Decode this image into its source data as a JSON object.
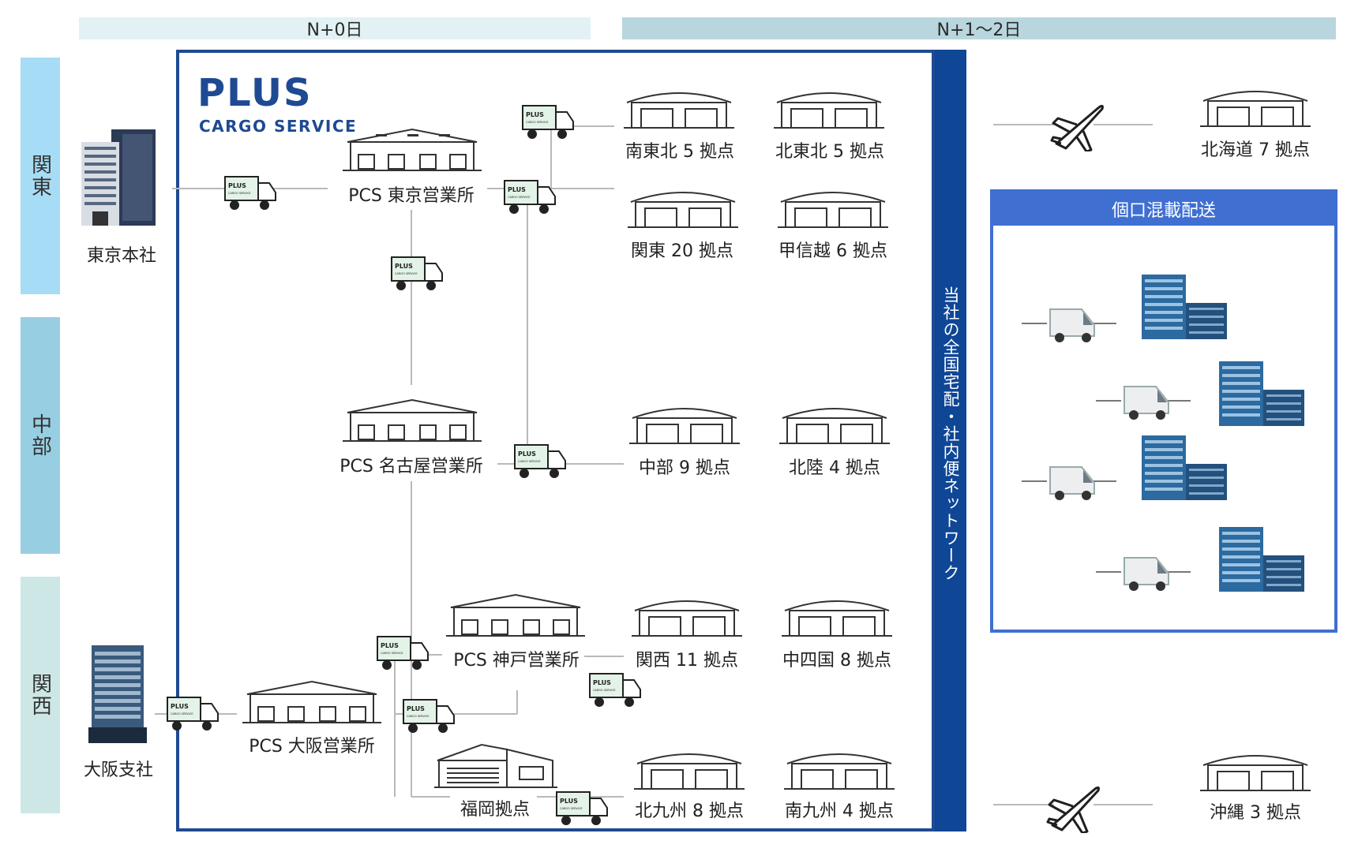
{
  "header": {
    "day0": "N+0日",
    "day12": "N+1～2日"
  },
  "regions": {
    "kanto": "関東",
    "chubu": "中部",
    "kansai": "関西"
  },
  "logo": {
    "line1": "PLUS",
    "line2": "CARGO SERVICE"
  },
  "offices": {
    "tokyo_hq": "東京本社",
    "osaka_branch": "大阪支社",
    "pcs_tokyo": "PCS 東京営業所",
    "pcs_nagoya": "PCS 名古屋営業所",
    "pcs_kobe": "PCS 神戸営業所",
    "pcs_osaka": "PCS 大阪営業所",
    "fukuoka": "福岡拠点"
  },
  "hubs": {
    "minami_tohoku": "南東北 5 拠点",
    "kita_tohoku": "北東北 5 拠点",
    "kanto": "関東 20 拠点",
    "koshinetsu": "甲信越 6 拠点",
    "chubu": "中部 9 拠点",
    "hokuriku": "北陸 4 拠点",
    "kansai": "関西 11 拠点",
    "chushikoku": "中四国 8 拠点",
    "kita_kyushu": "北九州 8 拠点",
    "minami_kyushu": "南九州 4 拠点",
    "hokkaido": "北海道 7 拠点",
    "okinawa": "沖縄 3 拠点"
  },
  "network_label": "当社の全国宅配・社内便ネットワーク",
  "mixed_delivery": {
    "title": "個口混載配送"
  },
  "truck_text": {
    "brand": "PLUS",
    "sub": "CARGO SERVICE"
  },
  "colors": {
    "brand_navy": "#1e4a93",
    "network_bar": "#0f4696",
    "mixed_accent": "#3f6fd1",
    "band_day0": "#e2f1f4",
    "band_day12": "#b9d6de",
    "kanto": "#a7dcf6",
    "chubu": "#98cee2",
    "kansai": "#cde7e6",
    "truck_box": "#e3f3e7",
    "line": "#b9b9b9"
  }
}
